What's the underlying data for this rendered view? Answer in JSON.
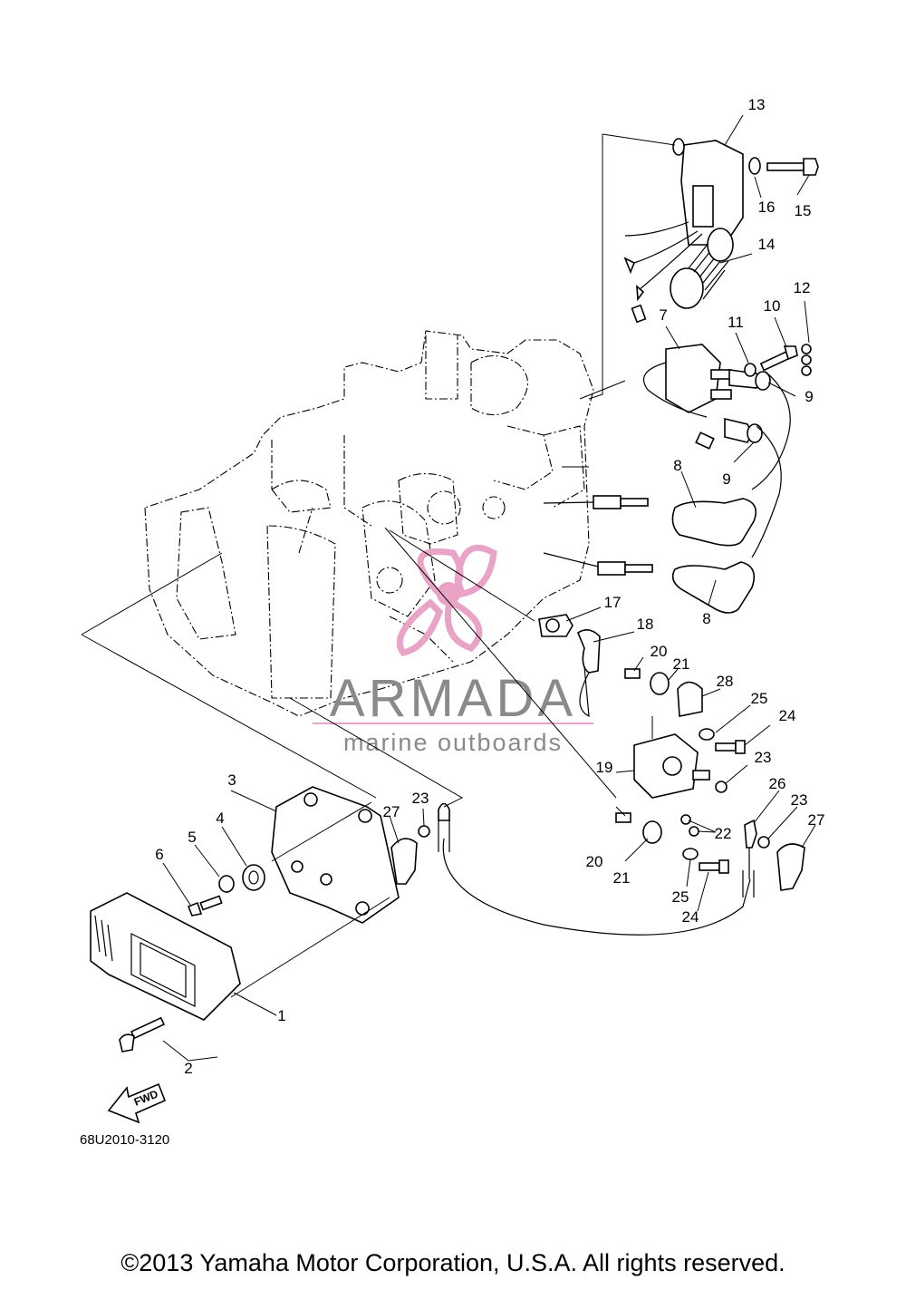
{
  "diagram": {
    "drawing_code": "68U2010-3120",
    "watermark": {
      "brand": "ARMADA",
      "tagline": "marine outboards"
    },
    "fwd_arrow_text": "FWD",
    "callouts": [
      {
        "id": "c1",
        "text": "1"
      },
      {
        "id": "c2",
        "text": "2"
      },
      {
        "id": "c3",
        "text": "3"
      },
      {
        "id": "c4",
        "text": "4"
      },
      {
        "id": "c5",
        "text": "5"
      },
      {
        "id": "c6",
        "text": "6"
      },
      {
        "id": "c7",
        "text": "7"
      },
      {
        "id": "c8a",
        "text": "8"
      },
      {
        "id": "c8b",
        "text": "8"
      },
      {
        "id": "c9a",
        "text": "9"
      },
      {
        "id": "c9b",
        "text": "9"
      },
      {
        "id": "c10",
        "text": "10"
      },
      {
        "id": "c11",
        "text": "11"
      },
      {
        "id": "c12",
        "text": "12"
      },
      {
        "id": "c13",
        "text": "13"
      },
      {
        "id": "c14",
        "text": "14"
      },
      {
        "id": "c15",
        "text": "15"
      },
      {
        "id": "c16",
        "text": "16"
      },
      {
        "id": "c17",
        "text": "17"
      },
      {
        "id": "c18",
        "text": "18"
      },
      {
        "id": "c19",
        "text": "19"
      },
      {
        "id": "c20a",
        "text": "20"
      },
      {
        "id": "c20b",
        "text": "20"
      },
      {
        "id": "c21a",
        "text": "21"
      },
      {
        "id": "c21b",
        "text": "21"
      },
      {
        "id": "c22",
        "text": "22"
      },
      {
        "id": "c23a",
        "text": "23"
      },
      {
        "id": "c23b",
        "text": "23"
      },
      {
        "id": "c23c",
        "text": "23"
      },
      {
        "id": "c24a",
        "text": "24"
      },
      {
        "id": "c24b",
        "text": "24"
      },
      {
        "id": "c25a",
        "text": "25"
      },
      {
        "id": "c25b",
        "text": "25"
      },
      {
        "id": "c26",
        "text": "26"
      },
      {
        "id": "c27a",
        "text": "27"
      },
      {
        "id": "c27b",
        "text": "27"
      },
      {
        "id": "c28",
        "text": "28"
      }
    ]
  },
  "footer": {
    "copyright": "©2013 Yamaha Motor Corporation, U.S.A. All rights reserved."
  },
  "colors": {
    "watermark_pink": "#e9a3c6",
    "watermark_grey": "#8a8a8a",
    "line": "#000000",
    "background": "#ffffff"
  }
}
